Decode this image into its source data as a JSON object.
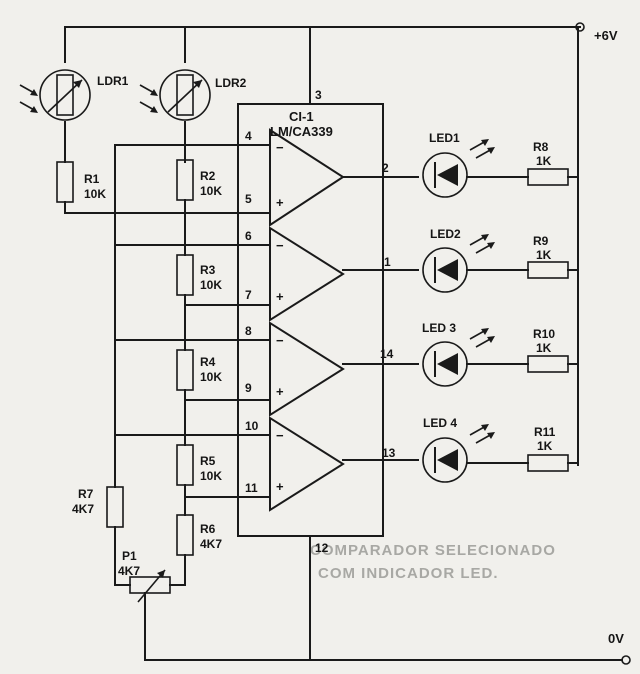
{
  "labels": {
    "vcc": "+6V",
    "gnd": "0V"
  },
  "ic": {
    "name": "CI-1",
    "part": "LM/CA339"
  },
  "pins": {
    "p1": "1",
    "p2": "2",
    "p3": "3",
    "p4": "4",
    "p5": "5",
    "p6": "6",
    "p7": "7",
    "p8": "8",
    "p9": "9",
    "p10": "10",
    "p11": "11",
    "p12": "12",
    "p13": "13",
    "p14": "14"
  },
  "components": {
    "ldr1": "LDR1",
    "ldr2": "LDR2",
    "r1": {
      "name": "R1",
      "value": "10K"
    },
    "r2": {
      "name": "R2",
      "value": "10K"
    },
    "r3": {
      "name": "R3",
      "value": "10K"
    },
    "r4": {
      "name": "R4",
      "value": "10K"
    },
    "r5": {
      "name": "R5",
      "value": "10K"
    },
    "r6": {
      "name": "R6",
      "value": "4K7"
    },
    "r7": {
      "name": "R7",
      "value": "4K7"
    },
    "p1": {
      "name": "P1",
      "value": "4K7"
    },
    "r8": {
      "name": "R8",
      "value": "1K"
    },
    "r9": {
      "name": "R9",
      "value": "1K"
    },
    "r10": {
      "name": "R10",
      "value": "1K"
    },
    "r11": {
      "name": "R11",
      "value": "1K"
    },
    "led1": "LED1",
    "led2": "LED2",
    "led3": "LED 3",
    "led4": "LED 4"
  },
  "bleed": {
    "heading_1": "COMPARADOR SELECIONADO",
    "heading_2": "COM INDICADOR LED."
  }
}
